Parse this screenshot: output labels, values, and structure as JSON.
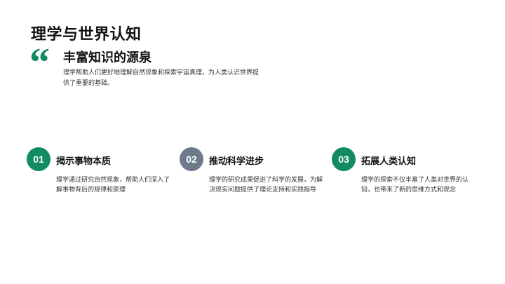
{
  "page": {
    "title": "理学与世界认知",
    "quote_mark": "“",
    "subtitle": "丰富知识的源泉",
    "intro": "理学帮助人们更好地理解自然现象和探索宇宙真理，为人类认识世界提供了重要的基础。"
  },
  "colors": {
    "accent_green": "#128a62",
    "accent_gray": "#6e7a8a"
  },
  "cards": [
    {
      "number": "01",
      "title": "揭示事物本质",
      "desc": "理学通过研究自然现象，帮助人们深入了解事物背后的规律和原理",
      "color": "#128a62"
    },
    {
      "number": "02",
      "title": "推动科学进步",
      "desc": "理学的研究成果促进了科学的发展，为解决现实问题提供了理论支持和实践指导",
      "color": "#6e7a8a"
    },
    {
      "number": "03",
      "title": "拓展人类认知",
      "desc": "理学的探索不仅丰富了人类对世界的认知，也带来了新的思维方式和观念",
      "color": "#128a62"
    }
  ]
}
